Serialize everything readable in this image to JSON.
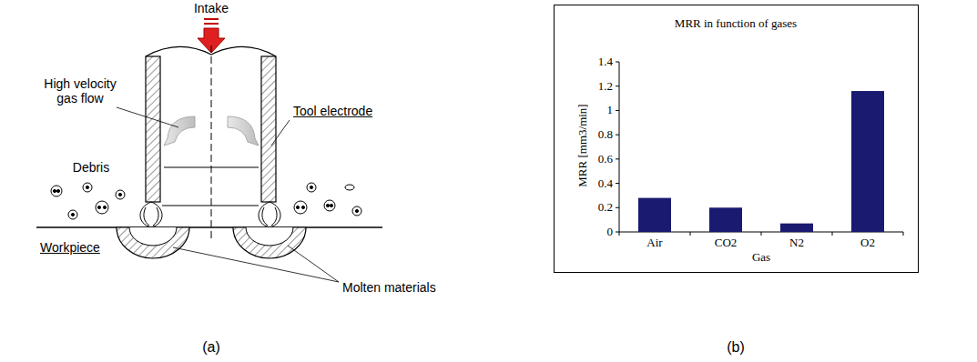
{
  "diagram": {
    "labels": [
      "Intake",
      "High velocity gas flow",
      "Tool electrode",
      "Debris",
      "Workpiece",
      "Molten materials",
      "(a)",
      "MRR in function of gases",
      "1.4",
      "1.2",
      "1",
      "0.8",
      "0.6",
      "0.4",
      "0.2",
      "0",
      "MRR [mm3/min]",
      "Air",
      "CO2",
      "N2",
      "O2",
      "Gas",
      "(b)"
    ]
  }
}
